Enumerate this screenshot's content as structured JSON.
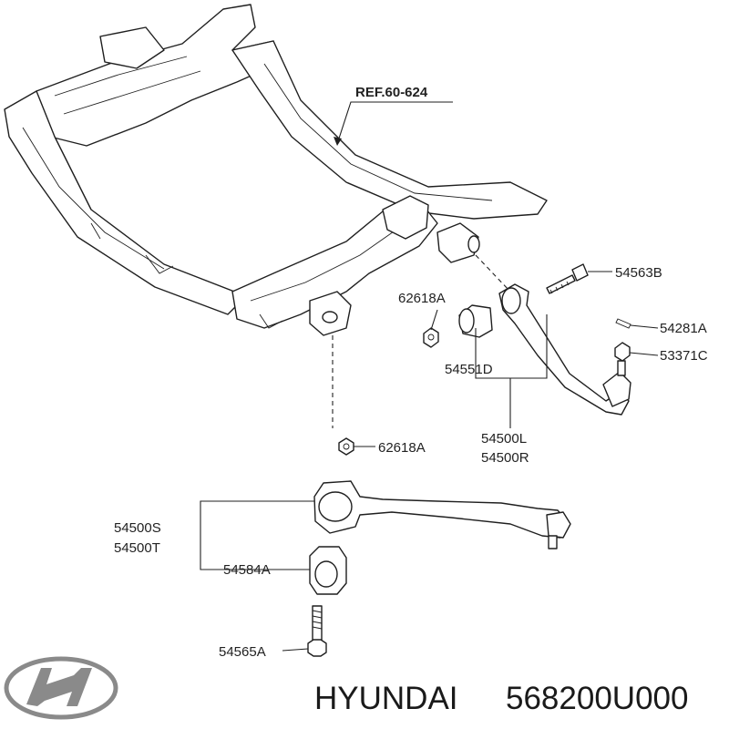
{
  "labels": {
    "ref": "REF.60-624",
    "p54563B": "54563B",
    "p62618A_upper": "62618A",
    "p54281A": "54281A",
    "p53371C": "53371C",
    "p54551D": "54551D",
    "p54500L": "54500L",
    "p54500R": "54500R",
    "p62618A_lower": "62618A",
    "p54500S": "54500S",
    "p54500T": "54500T",
    "p54584A": "54584A",
    "p54565A": "54565A"
  },
  "footer": {
    "brand": "HYUNDAI",
    "part_number": "568200U000"
  },
  "colors": {
    "line": "#1f1f1f",
    "text": "#222222",
    "logo": "#8a8a8a"
  },
  "icons": {
    "logo": "hyundai-logo-icon"
  }
}
